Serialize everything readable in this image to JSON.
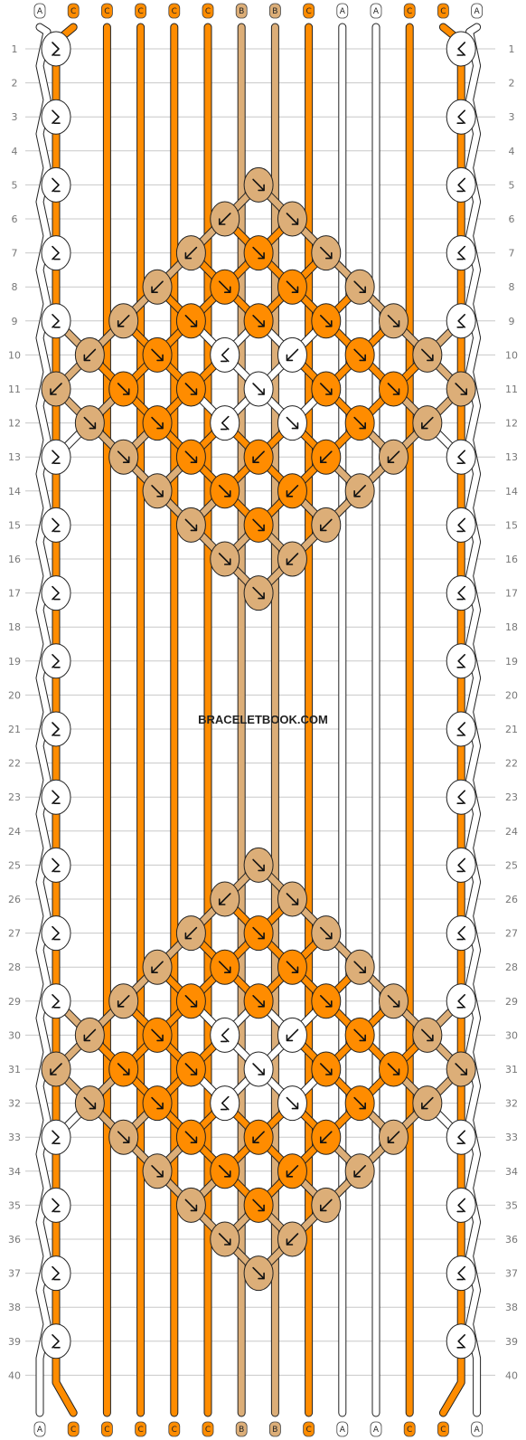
{
  "site": {
    "watermark": "BRACELETBOOK.COM"
  },
  "colors": {
    "A": "#ffffff",
    "B": "#dcae78",
    "C": "#ff8c00"
  },
  "strands": {
    "top": [
      "A",
      "C",
      "C",
      "C",
      "C",
      "C",
      "B",
      "B",
      "C",
      "A",
      "A",
      "C",
      "C",
      "A"
    ],
    "bottom": [
      "A",
      "C",
      "C",
      "C",
      "C",
      "C",
      "B",
      "B",
      "C",
      "A",
      "A",
      "C",
      "C",
      "A"
    ]
  },
  "rows": [
    "1",
    "2",
    "3",
    "4",
    "5",
    "6",
    "7",
    "8",
    "9",
    "10",
    "11",
    "12",
    "13",
    "14",
    "15",
    "16",
    "17",
    "18",
    "19",
    "20",
    "21",
    "22",
    "23",
    "24",
    "25",
    "26",
    "27",
    "28",
    "29",
    "30",
    "31",
    "32",
    "33",
    "34",
    "35",
    "36",
    "37",
    "38",
    "39",
    "40"
  ],
  "knots": [
    {
      "row": 1,
      "col": 0,
      "color": "A",
      "dir": "fb"
    },
    {
      "row": 1,
      "col": 12,
      "color": "A",
      "dir": "bf"
    },
    {
      "row": 3,
      "col": 0,
      "color": "A",
      "dir": "fb"
    },
    {
      "row": 3,
      "col": 12,
      "color": "A",
      "dir": "bf"
    },
    {
      "row": 5,
      "col": 0,
      "color": "A",
      "dir": "fb"
    },
    {
      "row": 5,
      "col": 6,
      "color": "B",
      "dir": "f"
    },
    {
      "row": 5,
      "col": 12,
      "color": "A",
      "dir": "bf"
    },
    {
      "row": 6,
      "col": 5,
      "color": "B",
      "dir": "b"
    },
    {
      "row": 6,
      "col": 7,
      "color": "B",
      "dir": "f"
    },
    {
      "row": 7,
      "col": 0,
      "color": "A",
      "dir": "fb"
    },
    {
      "row": 7,
      "col": 4,
      "color": "B",
      "dir": "b"
    },
    {
      "row": 7,
      "col": 6,
      "color": "C",
      "dir": "f"
    },
    {
      "row": 7,
      "col": 8,
      "color": "B",
      "dir": "f"
    },
    {
      "row": 7,
      "col": 12,
      "color": "A",
      "dir": "bf"
    },
    {
      "row": 8,
      "col": 3,
      "color": "B",
      "dir": "b"
    },
    {
      "row": 8,
      "col": 5,
      "color": "C",
      "dir": "f"
    },
    {
      "row": 8,
      "col": 7,
      "color": "C",
      "dir": "f"
    },
    {
      "row": 8,
      "col": 9,
      "color": "B",
      "dir": "f"
    },
    {
      "row": 9,
      "col": 0,
      "color": "A",
      "dir": "fb"
    },
    {
      "row": 9,
      "col": 2,
      "color": "B",
      "dir": "b"
    },
    {
      "row": 9,
      "col": 4,
      "color": "C",
      "dir": "f"
    },
    {
      "row": 9,
      "col": 6,
      "color": "C",
      "dir": "f"
    },
    {
      "row": 9,
      "col": 8,
      "color": "C",
      "dir": "f"
    },
    {
      "row": 9,
      "col": 10,
      "color": "B",
      "dir": "f"
    },
    {
      "row": 9,
      "col": 12,
      "color": "A",
      "dir": "bf"
    },
    {
      "row": 10,
      "col": 1,
      "color": "B",
      "dir": "b"
    },
    {
      "row": 10,
      "col": 3,
      "color": "C",
      "dir": "f"
    },
    {
      "row": 10,
      "col": 5,
      "color": "A",
      "dir": "bf"
    },
    {
      "row": 10,
      "col": 7,
      "color": "A",
      "dir": "b"
    },
    {
      "row": 10,
      "col": 9,
      "color": "C",
      "dir": "f"
    },
    {
      "row": 10,
      "col": 11,
      "color": "B",
      "dir": "f"
    },
    {
      "row": 11,
      "col": 0,
      "color": "B",
      "dir": "b"
    },
    {
      "row": 11,
      "col": 2,
      "color": "C",
      "dir": "f"
    },
    {
      "row": 11,
      "col": 4,
      "color": "C",
      "dir": "f"
    },
    {
      "row": 11,
      "col": 6,
      "color": "A",
      "dir": "f"
    },
    {
      "row": 11,
      "col": 8,
      "color": "C",
      "dir": "f"
    },
    {
      "row": 11,
      "col": 10,
      "color": "C",
      "dir": "f"
    },
    {
      "row": 11,
      "col": 12,
      "color": "B",
      "dir": "f"
    },
    {
      "row": 12,
      "col": 1,
      "color": "B",
      "dir": "f"
    },
    {
      "row": 12,
      "col": 3,
      "color": "C",
      "dir": "f"
    },
    {
      "row": 12,
      "col": 5,
      "color": "A",
      "dir": "bf"
    },
    {
      "row": 12,
      "col": 7,
      "color": "A",
      "dir": "f"
    },
    {
      "row": 12,
      "col": 9,
      "color": "C",
      "dir": "f"
    },
    {
      "row": 12,
      "col": 11,
      "color": "B",
      "dir": "b"
    },
    {
      "row": 13,
      "col": 0,
      "color": "A",
      "dir": "fb"
    },
    {
      "row": 13,
      "col": 2,
      "color": "B",
      "dir": "f"
    },
    {
      "row": 13,
      "col": 4,
      "color": "C",
      "dir": "f"
    },
    {
      "row": 13,
      "col": 6,
      "color": "C",
      "dir": "b"
    },
    {
      "row": 13,
      "col": 8,
      "color": "C",
      "dir": "b"
    },
    {
      "row": 13,
      "col": 10,
      "color": "B",
      "dir": "b"
    },
    {
      "row": 13,
      "col": 12,
      "color": "A",
      "dir": "bf"
    },
    {
      "row": 14,
      "col": 3,
      "color": "B",
      "dir": "f"
    },
    {
      "row": 14,
      "col": 5,
      "color": "C",
      "dir": "f"
    },
    {
      "row": 14,
      "col": 7,
      "color": "C",
      "dir": "b"
    },
    {
      "row": 14,
      "col": 9,
      "color": "B",
      "dir": "b"
    },
    {
      "row": 15,
      "col": 0,
      "color": "A",
      "dir": "fb"
    },
    {
      "row": 15,
      "col": 4,
      "color": "B",
      "dir": "f"
    },
    {
      "row": 15,
      "col": 6,
      "color": "C",
      "dir": "f"
    },
    {
      "row": 15,
      "col": 8,
      "color": "B",
      "dir": "b"
    },
    {
      "row": 15,
      "col": 12,
      "color": "A",
      "dir": "bf"
    },
    {
      "row": 16,
      "col": 5,
      "color": "B",
      "dir": "f"
    },
    {
      "row": 16,
      "col": 7,
      "color": "B",
      "dir": "b"
    },
    {
      "row": 17,
      "col": 0,
      "color": "A",
      "dir": "fb"
    },
    {
      "row": 17,
      "col": 6,
      "color": "B",
      "dir": "f"
    },
    {
      "row": 17,
      "col": 12,
      "color": "A",
      "dir": "bf"
    },
    {
      "row": 19,
      "col": 0,
      "color": "A",
      "dir": "fb"
    },
    {
      "row": 19,
      "col": 12,
      "color": "A",
      "dir": "bf"
    },
    {
      "row": 21,
      "col": 0,
      "color": "A",
      "dir": "fb"
    },
    {
      "row": 21,
      "col": 12,
      "color": "A",
      "dir": "bf"
    },
    {
      "row": 23,
      "col": 0,
      "color": "A",
      "dir": "fb"
    },
    {
      "row": 23,
      "col": 12,
      "color": "A",
      "dir": "bf"
    },
    {
      "row": 25,
      "col": 0,
      "color": "A",
      "dir": "fb"
    },
    {
      "row": 25,
      "col": 6,
      "color": "B",
      "dir": "f"
    },
    {
      "row": 25,
      "col": 12,
      "color": "A",
      "dir": "bf"
    },
    {
      "row": 26,
      "col": 5,
      "color": "B",
      "dir": "b"
    },
    {
      "row": 26,
      "col": 7,
      "color": "B",
      "dir": "f"
    },
    {
      "row": 27,
      "col": 0,
      "color": "A",
      "dir": "fb"
    },
    {
      "row": 27,
      "col": 4,
      "color": "B",
      "dir": "b"
    },
    {
      "row": 27,
      "col": 6,
      "color": "C",
      "dir": "f"
    },
    {
      "row": 27,
      "col": 8,
      "color": "B",
      "dir": "f"
    },
    {
      "row": 27,
      "col": 12,
      "color": "A",
      "dir": "bf"
    },
    {
      "row": 28,
      "col": 3,
      "color": "B",
      "dir": "b"
    },
    {
      "row": 28,
      "col": 5,
      "color": "C",
      "dir": "f"
    },
    {
      "row": 28,
      "col": 7,
      "color": "C",
      "dir": "f"
    },
    {
      "row": 28,
      "col": 9,
      "color": "B",
      "dir": "f"
    },
    {
      "row": 29,
      "col": 0,
      "color": "A",
      "dir": "fb"
    },
    {
      "row": 29,
      "col": 2,
      "color": "B",
      "dir": "b"
    },
    {
      "row": 29,
      "col": 4,
      "color": "C",
      "dir": "f"
    },
    {
      "row": 29,
      "col": 6,
      "color": "C",
      "dir": "f"
    },
    {
      "row": 29,
      "col": 8,
      "color": "C",
      "dir": "f"
    },
    {
      "row": 29,
      "col": 10,
      "color": "B",
      "dir": "f"
    },
    {
      "row": 29,
      "col": 12,
      "color": "A",
      "dir": "bf"
    },
    {
      "row": 30,
      "col": 1,
      "color": "B",
      "dir": "b"
    },
    {
      "row": 30,
      "col": 3,
      "color": "C",
      "dir": "f"
    },
    {
      "row": 30,
      "col": 5,
      "color": "A",
      "dir": "bf"
    },
    {
      "row": 30,
      "col": 7,
      "color": "A",
      "dir": "b"
    },
    {
      "row": 30,
      "col": 9,
      "color": "C",
      "dir": "f"
    },
    {
      "row": 30,
      "col": 11,
      "color": "B",
      "dir": "f"
    },
    {
      "row": 31,
      "col": 0,
      "color": "B",
      "dir": "b"
    },
    {
      "row": 31,
      "col": 2,
      "color": "C",
      "dir": "f"
    },
    {
      "row": 31,
      "col": 4,
      "color": "C",
      "dir": "f"
    },
    {
      "row": 31,
      "col": 6,
      "color": "A",
      "dir": "f"
    },
    {
      "row": 31,
      "col": 8,
      "color": "C",
      "dir": "f"
    },
    {
      "row": 31,
      "col": 10,
      "color": "C",
      "dir": "f"
    },
    {
      "row": 31,
      "col": 12,
      "color": "B",
      "dir": "f"
    },
    {
      "row": 32,
      "col": 1,
      "color": "B",
      "dir": "f"
    },
    {
      "row": 32,
      "col": 3,
      "color": "C",
      "dir": "f"
    },
    {
      "row": 32,
      "col": 5,
      "color": "A",
      "dir": "bf"
    },
    {
      "row": 32,
      "col": 7,
      "color": "A",
      "dir": "f"
    },
    {
      "row": 32,
      "col": 9,
      "color": "C",
      "dir": "f"
    },
    {
      "row": 32,
      "col": 11,
      "color": "B",
      "dir": "b"
    },
    {
      "row": 33,
      "col": 0,
      "color": "A",
      "dir": "fb"
    },
    {
      "row": 33,
      "col": 2,
      "color": "B",
      "dir": "f"
    },
    {
      "row": 33,
      "col": 4,
      "color": "C",
      "dir": "f"
    },
    {
      "row": 33,
      "col": 6,
      "color": "C",
      "dir": "b"
    },
    {
      "row": 33,
      "col": 8,
      "color": "C",
      "dir": "b"
    },
    {
      "row": 33,
      "col": 10,
      "color": "B",
      "dir": "b"
    },
    {
      "row": 33,
      "col": 12,
      "color": "A",
      "dir": "bf"
    },
    {
      "row": 34,
      "col": 3,
      "color": "B",
      "dir": "f"
    },
    {
      "row": 34,
      "col": 5,
      "color": "C",
      "dir": "f"
    },
    {
      "row": 34,
      "col": 7,
      "color": "C",
      "dir": "b"
    },
    {
      "row": 34,
      "col": 9,
      "color": "B",
      "dir": "b"
    },
    {
      "row": 35,
      "col": 0,
      "color": "A",
      "dir": "fb"
    },
    {
      "row": 35,
      "col": 4,
      "color": "B",
      "dir": "f"
    },
    {
      "row": 35,
      "col": 6,
      "color": "C",
      "dir": "f"
    },
    {
      "row": 35,
      "col": 8,
      "color": "B",
      "dir": "b"
    },
    {
      "row": 35,
      "col": 12,
      "color": "A",
      "dir": "bf"
    },
    {
      "row": 36,
      "col": 5,
      "color": "B",
      "dir": "f"
    },
    {
      "row": 36,
      "col": 7,
      "color": "B",
      "dir": "b"
    },
    {
      "row": 37,
      "col": 0,
      "color": "A",
      "dir": "fb"
    },
    {
      "row": 37,
      "col": 6,
      "color": "B",
      "dir": "f"
    },
    {
      "row": 37,
      "col": 12,
      "color": "A",
      "dir": "bf"
    },
    {
      "row": 39,
      "col": 0,
      "color": "A",
      "dir": "fb"
    },
    {
      "row": 39,
      "col": 12,
      "color": "A",
      "dir": "bf"
    }
  ]
}
